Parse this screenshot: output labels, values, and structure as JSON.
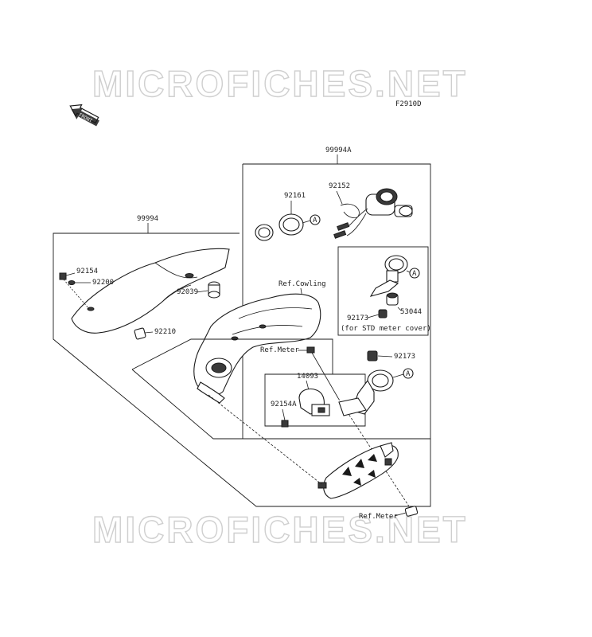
{
  "watermark": {
    "text": "MICROFICHES.NET"
  },
  "figure_code": "F2910D",
  "front_arrow": {
    "label": "FRONT"
  },
  "labels": {
    "kit_99994A": "99994A",
    "kit_99994": "99994",
    "p92161": "92161",
    "p92152": "92152",
    "circle_a_1": "A",
    "circle_a_2": "A",
    "circle_a_3": "A",
    "p92154": "92154",
    "p92200": "92200",
    "p92039": "92039",
    "ref_cowling": "Ref.Cowling",
    "p92210": "92210",
    "p92173_top": "92173",
    "p53044": "53044",
    "std_note": "(for STD meter cover)",
    "ref_meter_1": "Ref.Meter",
    "p92173": "92173",
    "p14093": "14093",
    "p92154A": "92154A",
    "ref_meter_2": "Ref.Meter"
  }
}
